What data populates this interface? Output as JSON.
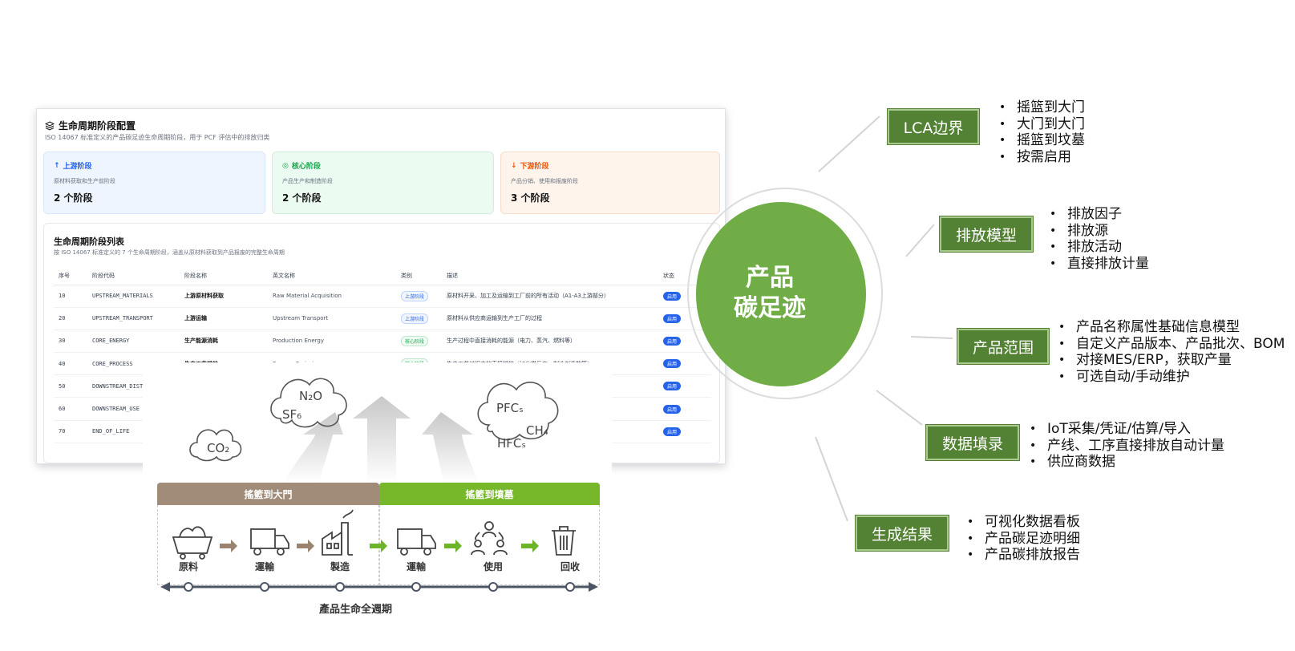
{
  "card": {
    "title": "生命周期阶段配置",
    "subtitle": "ISO 14067 标准定义的产品碳足迹生命周期阶段，用于 PCF 评估中的排放归类",
    "stages": [
      {
        "name": "上游阶段",
        "desc": "原材料获取和生产前阶段",
        "count": "2 个阶段",
        "color": "#2563eb"
      },
      {
        "name": "核心阶段",
        "desc": "产品生产和制造阶段",
        "count": "2 个阶段",
        "color": "#16a34a"
      },
      {
        "name": "下游阶段",
        "desc": "产品分销、使用和报废阶段",
        "count": "3 个阶段",
        "color": "#ea580c"
      }
    ],
    "list": {
      "title": "生命周期阶段列表",
      "subtitle": "按 ISO 14067 标准定义的 7 个生命周期阶段，涵盖从原材料获取到产品报废的完整生命周期",
      "headers": [
        "序号",
        "阶段代码",
        "阶段名称",
        "英文名称",
        "类别",
        "描述",
        "状态"
      ],
      "rows": [
        {
          "no": "10",
          "code": "UPSTREAM_MATERIALS",
          "name": "上游原材料获取",
          "en": "Raw Material Acquisition",
          "cat": "上游阶段",
          "desc": "原材料开采、加工及运输到工厂前的所有活动（A1-A3上游部分）",
          "status": "启用"
        },
        {
          "no": "20",
          "code": "UPSTREAM_TRANSPORT",
          "name": "上游运输",
          "en": "Upstream Transport",
          "cat": "上游阶段",
          "desc": "原材料从供应商运输到生产工厂的过程",
          "status": "启用"
        },
        {
          "no": "30",
          "code": "CORE_ENERGY",
          "name": "生产能源消耗",
          "en": "Production Energy",
          "cat": "核心阶段",
          "desc": "生产过程中直接消耗的能源（电力、蒸汽、燃料等）",
          "status": "启用"
        },
        {
          "no": "40",
          "code": "CORE_PROCESS",
          "name": "生产工艺排放",
          "en": "Process Emissions",
          "cat": "核心阶段",
          "desc": "生产工艺过程中的直接排放（如化学反应、制冷剂逃散等）",
          "status": "启用"
        },
        {
          "no": "50",
          "code": "DOWNSTREAM_DIST",
          "name": "",
          "en": "",
          "cat": "",
          "desc": "",
          "status": "启用"
        },
        {
          "no": "60",
          "code": "DOWNSTREAM_USE",
          "name": "",
          "en": "",
          "cat": "",
          "desc": "",
          "status": "启用"
        },
        {
          "no": "70",
          "code": "END_OF_LIFE",
          "name": "",
          "en": "",
          "cat": "",
          "desc": "",
          "status": "启用"
        }
      ]
    }
  },
  "infographic": {
    "gases": [
      "CO₂",
      "N₂O",
      "SF₆",
      "PFCₛ",
      "CH₄",
      "HFCₛ"
    ],
    "phase_a": "搖籃到大門",
    "phase_b": "搖籃到墳墓",
    "steps": [
      "原料",
      "運輸",
      "製造",
      "運輸",
      "使用",
      "回收"
    ],
    "bottom": "產品生命全週期",
    "colors": {
      "phase_a": "#a08c78",
      "phase_b": "#77b82a"
    }
  },
  "mindmap": {
    "center": [
      "产品",
      "碳足迹"
    ],
    "center_color": "#70ad47",
    "node_color": "#548235",
    "nodes": [
      {
        "label": "LCA边界",
        "items": [
          "摇篮到大门",
          "大门到大门",
          "摇篮到坟墓",
          "按需启用"
        ]
      },
      {
        "label": "排放模型",
        "items": [
          "排放因子",
          "排放源",
          "排放活动",
          "直接排放计量"
        ]
      },
      {
        "label": "产品范围",
        "items": [
          "产品名称属性基础信息模型",
          "自定义产品版本、产品批次、BOM",
          "对接MES/ERP，获取产量",
          "可选自动/手动维护"
        ]
      },
      {
        "label": "数据填录",
        "items": [
          "IoT采集/凭证/估算/导入",
          "产线、工序直接排放自动计量",
          "供应商数据"
        ]
      },
      {
        "label": "生成结果",
        "items": [
          "可视化数据看板",
          "产品碳足迹明细",
          "产品碳排放报告"
        ]
      }
    ]
  }
}
